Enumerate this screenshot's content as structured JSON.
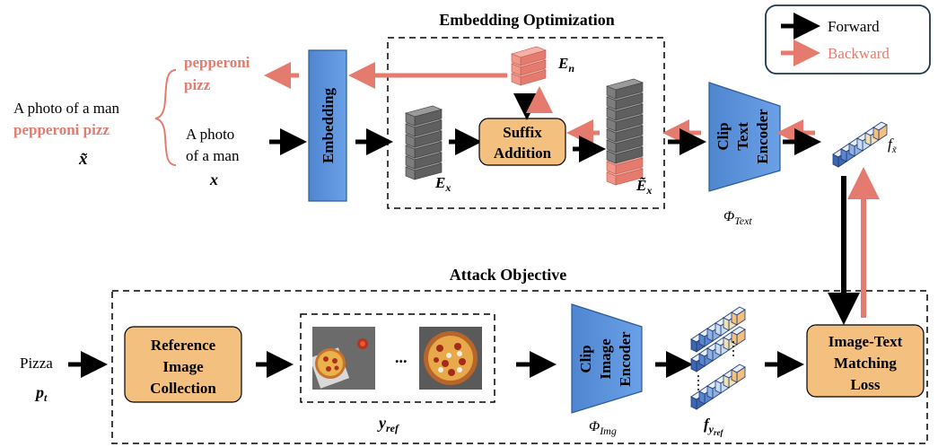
{
  "title_embedding": "Embedding Optimization",
  "title_attack": "Attack Objective",
  "legend": {
    "forward": "Forward",
    "backward": "Backward"
  },
  "colors": {
    "forward": "#000000",
    "backward": "#e57b6e",
    "salmon_text": "#e57b6e",
    "blue_block": "#5a8fd6",
    "orange_box": "#f3c07f",
    "legend_border": "#1f3552"
  },
  "left_prompt": {
    "line1": "A photo of a man",
    "line2": "pepperoni pizz",
    "symbol": "x̃"
  },
  "pepperoni": {
    "line1": "pepperoni",
    "line2": "pizz"
  },
  "original_prompt": {
    "line1": "A photo",
    "line2": "of a man",
    "symbol": "x"
  },
  "embedding_label": "Embedding",
  "suffix_box": {
    "line1": "Suffix",
    "line2": "Addition"
  },
  "en_label": "E",
  "en_sub": "n",
  "ex_label": "E",
  "ex_sub": "x",
  "ex_tilde_label": "Ẽ",
  "ex_tilde_sub": "x",
  "clip_text": {
    "line1": "Clip",
    "line2": "Text",
    "line3": "Encoder"
  },
  "phi_text": "Φ",
  "phi_text_sub": "Text",
  "f_label": "f",
  "f_sub": "x̃",
  "pizza_label": "Pizza",
  "pt_label": "p",
  "pt_sub": "t",
  "ref_box": {
    "line1": "Reference",
    "line2": "Image",
    "line3": "Collection"
  },
  "ellipsis": "...",
  "yref_label": "y",
  "yref_sub": "ref",
  "clip_img": {
    "line1": "Clip",
    "line2": "Image",
    "line3": "Encoder"
  },
  "phi_img": "Φ",
  "phi_img_sub": "Img",
  "fy_label": "f",
  "fy_sub": "y",
  "fy_subsub": "ref",
  "loss_box": {
    "line1": "Image-Text",
    "line2": "Matching",
    "line3": "Loss"
  }
}
